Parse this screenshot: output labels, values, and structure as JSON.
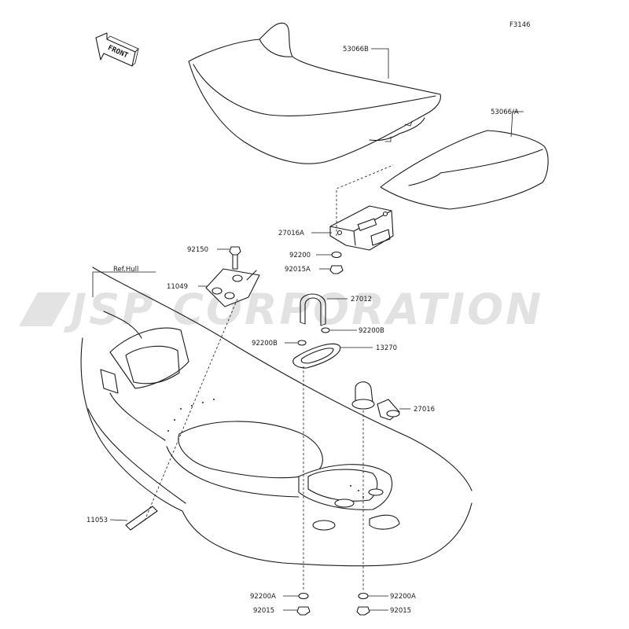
{
  "figure_id": "F3146",
  "front_label": "FRONT",
  "watermark": "JSP CORPORATION",
  "parts": {
    "p53066B": "53066B",
    "p53066A": "53066/A",
    "p27016A": "27016A",
    "p92200": "92200",
    "p92015A": "92015A",
    "p92150": "92150",
    "p11049": "11049",
    "ref_hull": "Ref.Hull",
    "p27012": "27012",
    "p92200B_r": "92200B",
    "p92200B_l": "92200B",
    "p13270": "13270",
    "p27016": "27016",
    "p11053": "11053",
    "p92200A_l": "92200A",
    "p92015_l": "92015",
    "p92200A_r": "92200A",
    "p92015_r": "92015"
  }
}
